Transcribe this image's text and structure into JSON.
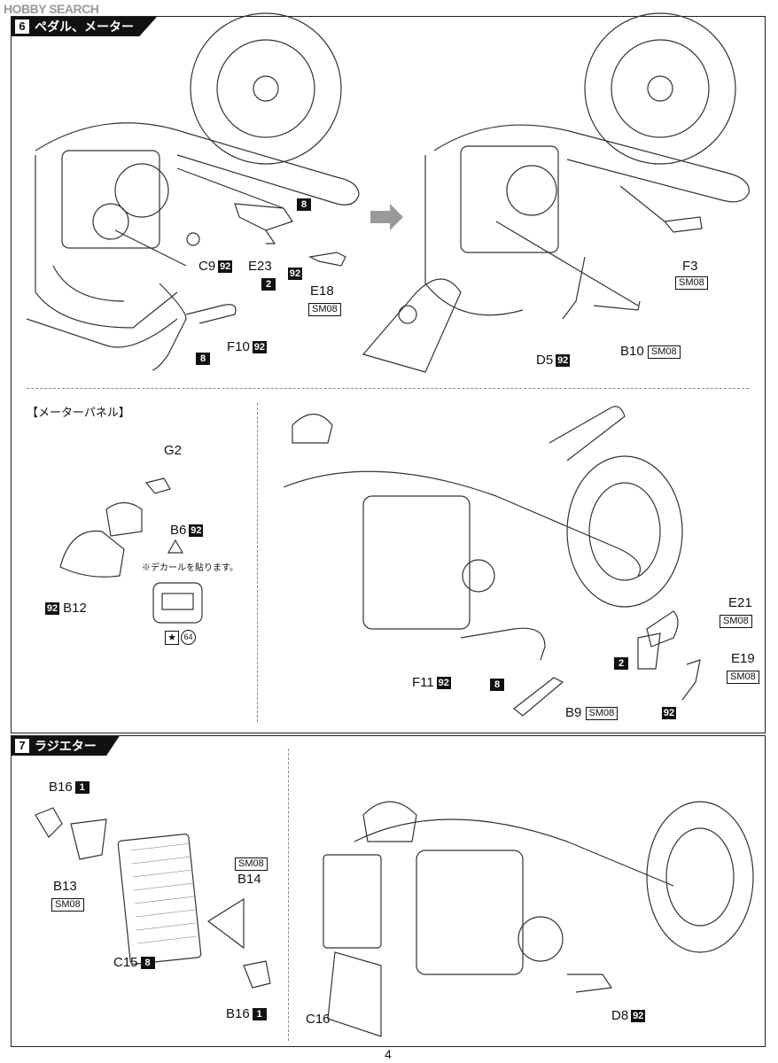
{
  "watermark": "HOBBY SEARCH",
  "step6": {
    "number": "6",
    "title": "ペダル、メーター"
  },
  "step7": {
    "number": "7",
    "title": "ラジエター"
  },
  "meter_panel_heading": "【メーターパネル】",
  "decal_note": "※デカールを貼ります。",
  "decal_number": "64",
  "page_number": "4",
  "labels": {
    "C9": "C9",
    "C9_badge": "92",
    "E23": "E23",
    "E23_badge": "2",
    "E23_tag": "8",
    "E18": "E18",
    "E18_badge": "92",
    "E18_sm": "SM08",
    "F10": "F10",
    "F10_badge": "92",
    "F10_tag": "8",
    "F3": "F3",
    "F3_sm": "SM08",
    "D5": "D5",
    "D5_badge": "92",
    "B10": "B10",
    "B10_sm": "SM08",
    "G2": "G2",
    "B6": "B6",
    "B6_badge": "92",
    "B12": "B12",
    "B12_badge": "92",
    "E21": "E21",
    "E21_sm": "SM08",
    "E19": "E19",
    "E19_sm": "SM08",
    "E_badge2": "2",
    "F11": "F11",
    "F11_badge": "92",
    "F11_tag": "8",
    "B9": "B9",
    "B9_sm": "SM08",
    "E19_badge": "92",
    "B16a": "B16",
    "B16a_badge": "1",
    "B13": "B13",
    "B13_sm": "SM08",
    "B14": "B14",
    "B14_sm": "SM08",
    "C15": "C15",
    "C15_badge": "8",
    "B16b": "B16",
    "B16b_badge": "1",
    "C16": "C16",
    "D8": "D8",
    "D8_badge": "92"
  }
}
